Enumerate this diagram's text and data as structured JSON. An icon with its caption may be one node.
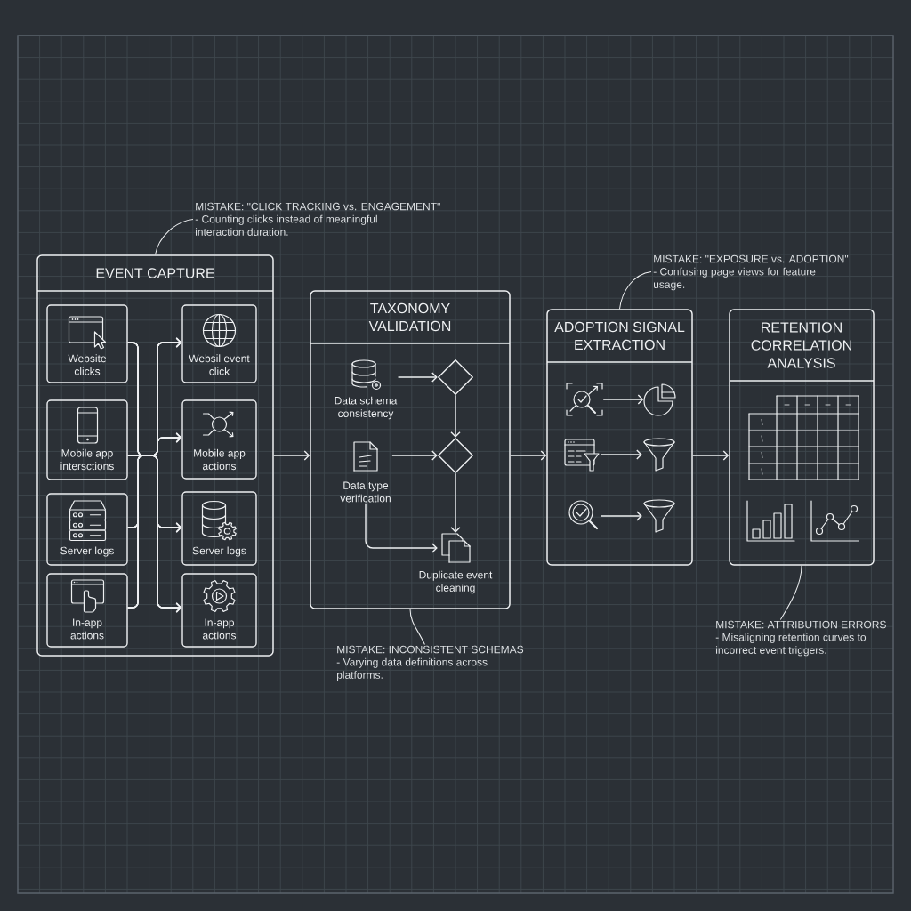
{
  "diagram": {
    "nodes": [
      {
        "text": [
          "EVENT CAPTURE"
        ]
      },
      {
        "text": [
          "Website clicks"
        ],
        "in": 0
      },
      {
        "text": [
          "Mobile app intersctions"
        ],
        "in": 0
      },
      {
        "text": [
          "Server logs"
        ],
        "in": 0
      },
      {
        "text": [
          "In-app actions"
        ],
        "in": 0
      },
      {
        "text": [
          "Websil event click"
        ],
        "in": 0
      },
      {
        "text": [
          "Mobile app actions"
        ],
        "in": 0
      },
      {
        "text": [
          "Server logs"
        ],
        "in": 0
      },
      {
        "text": [
          "In-app actions"
        ],
        "in": 0
      },
      {
        "text": [
          "TAXONOMY VALIDATION"
        ]
      },
      {
        "text": [
          "Data schema consistency"
        ],
        "in": 9
      },
      {
        "text": [],
        "shape": "diamond",
        "in": 9
      },
      {
        "text": [
          "Data type verification"
        ],
        "in": 9
      },
      {
        "text": [],
        "shape": "diamond",
        "in": 9
      },
      {
        "text": [
          "Duplicate event cleaning"
        ],
        "in": 9
      },
      {
        "text": [
          "ADOPTION SIGNAL EXTRACTION"
        ]
      },
      {
        "text": [],
        "shape": "picture",
        "in": 15
      },
      {
        "text": [],
        "shape": "picture",
        "in": 15
      },
      {
        "text": [],
        "shape": "picture",
        "in": 15
      },
      {
        "text": [],
        "shape": "picture",
        "in": 15
      },
      {
        "text": [],
        "shape": "picture",
        "in": 15
      },
      {
        "text": [],
        "shape": "picture",
        "in": 15
      },
      {
        "text": [
          "RETENTION CORRELATION ANALYSIS"
        ]
      },
      {
        "text": [
          "MISTAKE: \"CLICK TRACKING vs. ENGAGEMENT\"",
          "- Counting clicks instead of meaningful interaction duration."
        ]
      },
      {
        "text": [
          "MISTAKE: \"EXPOSURE vs. ADOPTION\"",
          "- Confusing page views for feature usage."
        ]
      },
      {
        "text": [
          "MISTAKE: INCONSISTENT SCHEMAS",
          "- Varying data definitions across platforms."
        ]
      },
      {
        "text": [
          "MISTAKE: ATTRIBUTION ERRORS",
          "- Misaligning retention curves to incorrect event triggers."
        ]
      }
    ],
    "edges": [
      {
        "from": 1,
        "to": 5,
        "arrow": "to"
      },
      {
        "from": 1,
        "to": 6,
        "arrow": "to"
      },
      {
        "from": 1,
        "to": 7,
        "arrow": "to"
      },
      {
        "from": 1,
        "to": 8,
        "arrow": "to"
      },
      {
        "from": 2,
        "to": 5,
        "arrow": "to"
      },
      {
        "from": 2,
        "to": 6,
        "arrow": "to"
      },
      {
        "from": 2,
        "to": 7,
        "arrow": "to"
      },
      {
        "from": 2,
        "to": 8,
        "arrow": "to"
      },
      {
        "from": 3,
        "to": 5,
        "arrow": "to"
      },
      {
        "from": 3,
        "to": 6,
        "arrow": "to"
      },
      {
        "from": 3,
        "to": 7,
        "arrow": "to"
      },
      {
        "from": 3,
        "to": 8,
        "arrow": "to"
      },
      {
        "from": 4,
        "to": 5,
        "arrow": "to"
      },
      {
        "from": 4,
        "to": 6,
        "arrow": "to"
      },
      {
        "from": 4,
        "to": 7,
        "arrow": "to"
      },
      {
        "from": 4,
        "to": 8,
        "arrow": "to"
      },
      {
        "from": 0,
        "to": 9,
        "arrow": "to"
      },
      {
        "from": 9,
        "to": 15,
        "arrow": "to"
      },
      {
        "from": 15,
        "to": 22,
        "arrow": "to"
      },
      {
        "from": 10,
        "to": 11,
        "arrow": "to"
      },
      {
        "from": 11,
        "to": 13,
        "arrow": "to"
      },
      {
        "from": 12,
        "to": 13,
        "arrow": "to"
      },
      {
        "from": 13,
        "to": 14,
        "arrow": "to"
      },
      {
        "from": 12,
        "to": 14,
        "arrow": "to"
      },
      {
        "from": 16,
        "to": 17,
        "arrow": "to"
      },
      {
        "from": 18,
        "to": 19,
        "arrow": "to"
      },
      {
        "from": 20,
        "to": 21,
        "arrow": "to"
      },
      {
        "from": 23,
        "to": 0,
        "arrow": "none"
      },
      {
        "from": 24,
        "to": 15,
        "arrow": "none"
      },
      {
        "from": 25,
        "to": 9,
        "arrow": "none"
      },
      {
        "from": 26,
        "to": 22,
        "arrow": "none"
      }
    ]
  }
}
